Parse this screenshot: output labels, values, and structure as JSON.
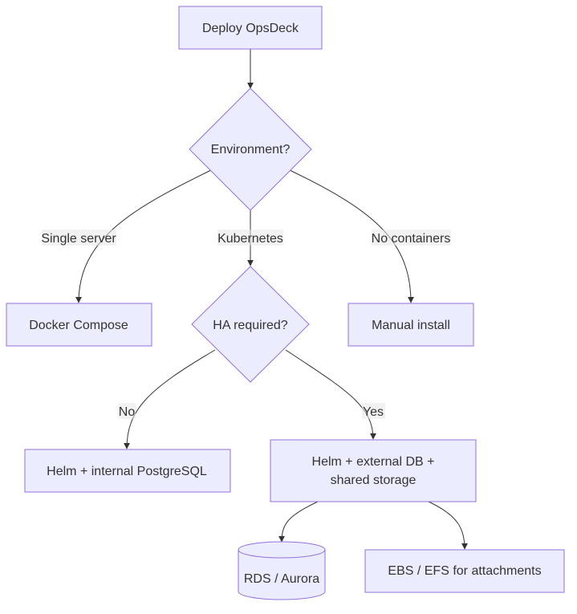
{
  "nodes": {
    "deploy": {
      "label": "Deploy OpsDeck"
    },
    "environment": {
      "label": "Environment?"
    },
    "docker_compose": {
      "label": "Docker Compose"
    },
    "ha_required": {
      "label": "HA required?"
    },
    "manual_install": {
      "label": "Manual install"
    },
    "helm_internal": {
      "label": "Helm + internal PostgreSQL"
    },
    "helm_external": {
      "line1": "Helm + external DB +",
      "line2": "shared storage"
    },
    "rds_aurora": {
      "label": "RDS / Aurora"
    },
    "ebs_efs": {
      "label": "EBS / EFS for attachments"
    }
  },
  "edges": {
    "single_server": "Single server",
    "kubernetes": "Kubernetes",
    "no_containers": "No containers",
    "no": "No",
    "yes": "Yes"
  },
  "colors": {
    "node_fill": "#ECECFF",
    "node_stroke": "#9370DB",
    "edge": "#333333",
    "text": "#333333"
  }
}
